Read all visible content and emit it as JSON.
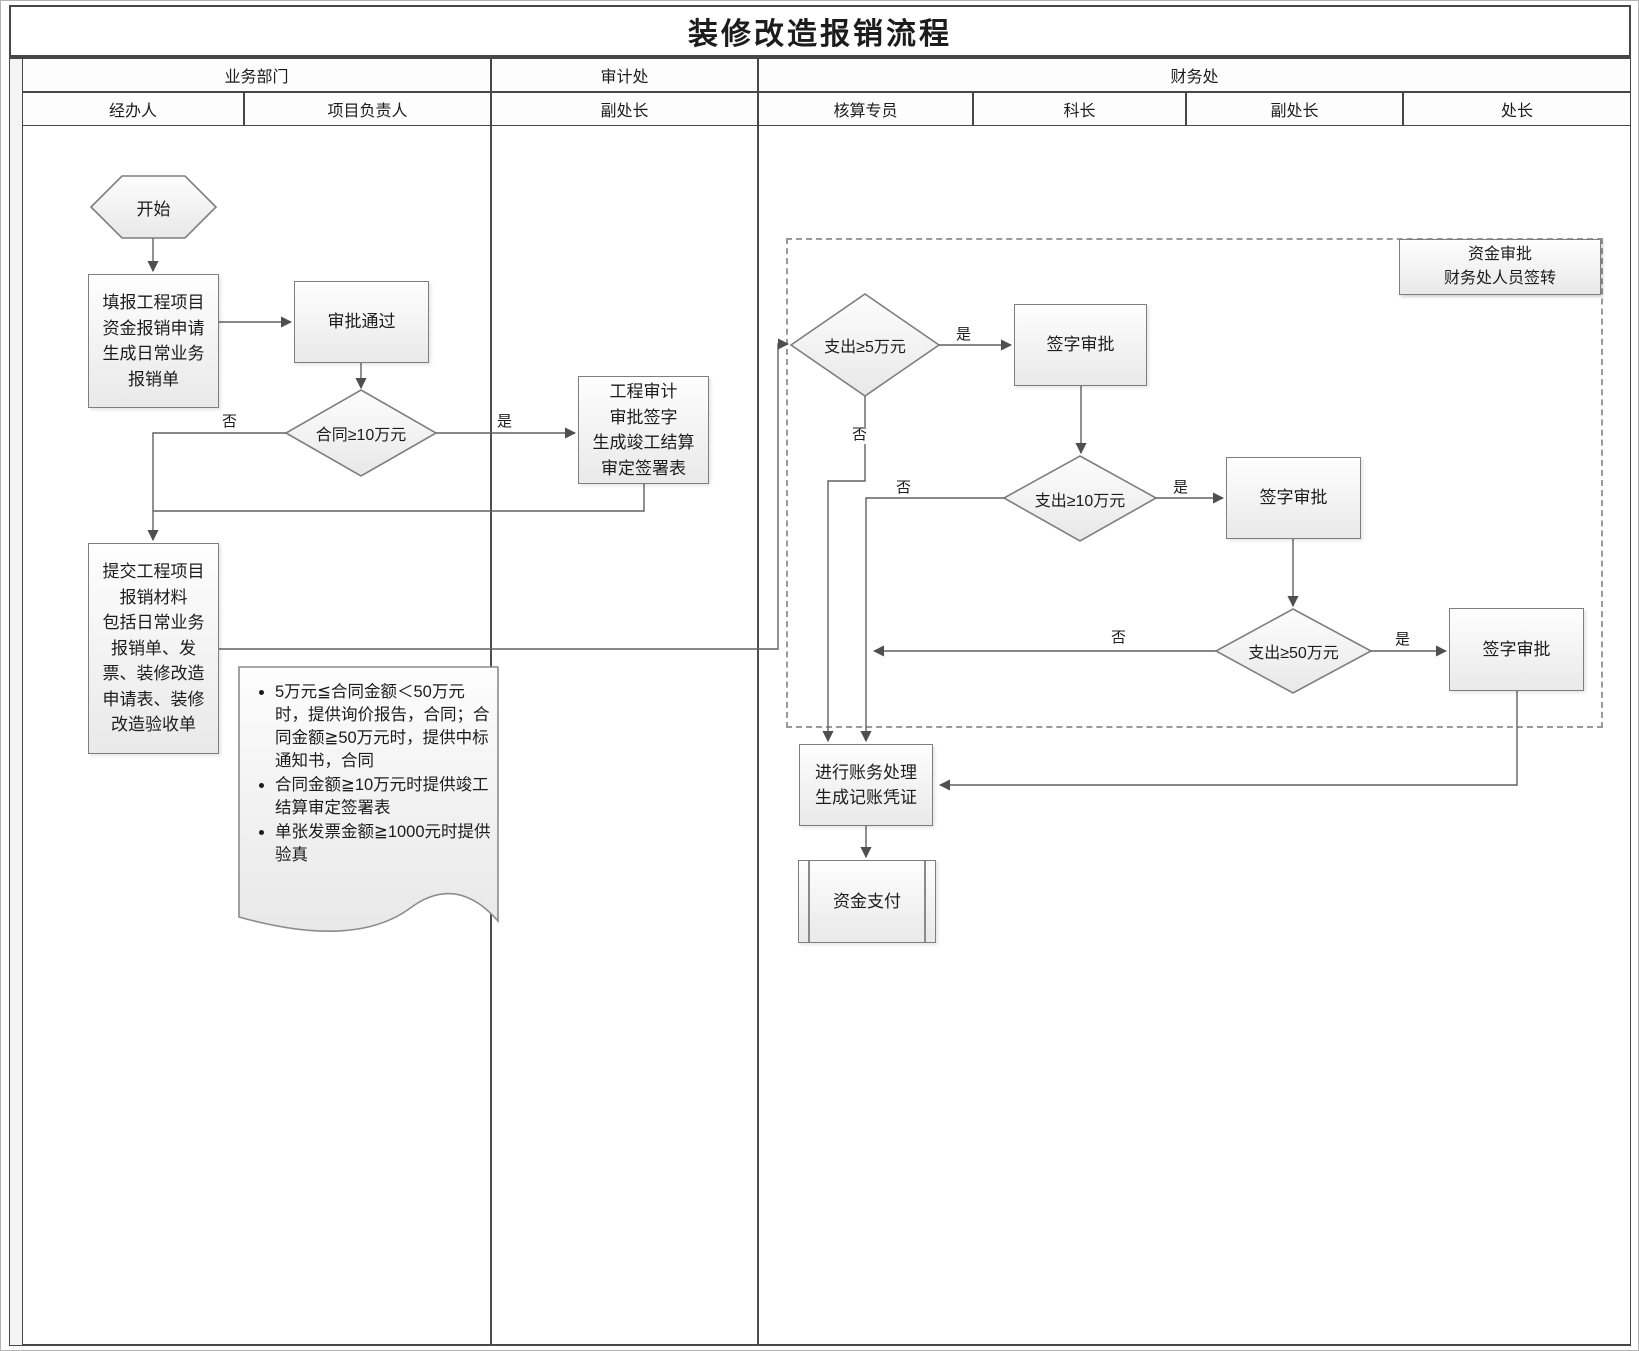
{
  "title": "装修改造报销流程",
  "header": {
    "departments": [
      {
        "label": "业务部门"
      },
      {
        "label": "审计处"
      },
      {
        "label": "财务处"
      }
    ],
    "roles": [
      {
        "label": "经办人"
      },
      {
        "label": "项目负责人"
      },
      {
        "label": "副处长"
      },
      {
        "label": "核算专员"
      },
      {
        "label": "科长"
      },
      {
        "label": "副处长"
      },
      {
        "label": "处长"
      }
    ]
  },
  "nodes": {
    "start": {
      "label": "开始"
    },
    "fill_application": {
      "label": "填报工程项目\n资金报销申请\n生成日常业务\n报销单"
    },
    "approval_passed": {
      "label": "审批通过"
    },
    "contract_decision": {
      "label": "合同≥10万元"
    },
    "audit_sign": {
      "label": "工程审计\n审批签字\n生成竣工结算\n审定签署表"
    },
    "submit_materials": {
      "label": "提交工程项目\n报销材料\n包括日常业务\n报销单、发\n票、装修改造\n申请表、装修\n改造验收单"
    },
    "fund_approval_tag": {
      "label": "资金审批\n财务处人员签转"
    },
    "expense_5w": {
      "label": "支出≥5万元"
    },
    "sign_approval_1": {
      "label": "签字审批"
    },
    "expense_10w": {
      "label": "支出≥10万元"
    },
    "sign_approval_2": {
      "label": "签字审批"
    },
    "expense_50w": {
      "label": "支出≥50万元"
    },
    "sign_approval_3": {
      "label": "签字审批"
    },
    "accounting": {
      "label": "进行账务处理\n生成记账凭证"
    },
    "payment": {
      "label": "资金支付"
    }
  },
  "note": {
    "items": [
      "5万元≦合同金额＜50万元时，提供询价报告，合同；合同金额≧50万元时，提供中标通知书，合同",
      "合同金额≧10万元时提供竣工结算审定签署表",
      "单张发票金额≧1000元时提供验真"
    ]
  },
  "edge_labels": {
    "yes": "是",
    "no": "否"
  },
  "colors": {
    "grid": "#474747",
    "shape_border": "#7e7e7e",
    "connector": "#616161",
    "dashed_group": "#9a9a9a"
  }
}
